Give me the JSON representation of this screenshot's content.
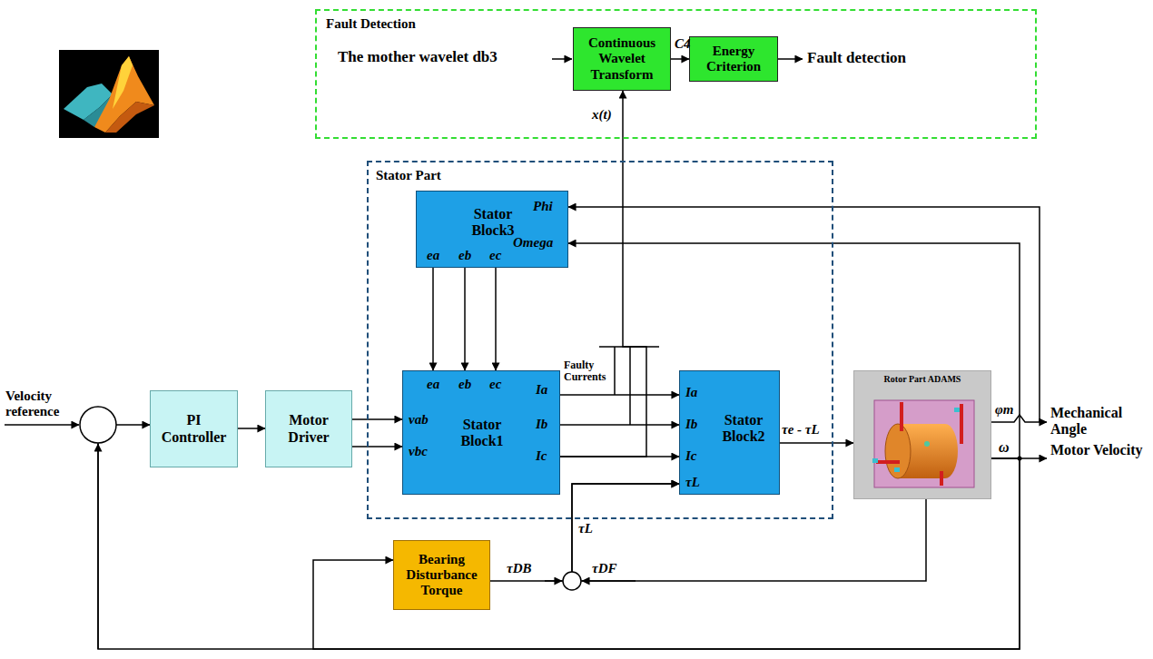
{
  "diagram": {
    "nodes": [
      {
        "text": [
          "Fault Detection"
        ]
      },
      {
        "text": [
          "Continuous Wavelet Transform"
        ],
        "in": 0
      },
      {
        "text": [
          "Energy Criterion"
        ],
        "in": 0
      },
      {
        "text": [
          "Stator Part"
        ]
      },
      {
        "text": [
          "Stator Block3",
          "Phi",
          "Omega",
          "ea",
          "eb",
          "ec"
        ],
        "in": 3
      },
      {
        "text": [
          "Stator Block1",
          "ea",
          "eb",
          "ec",
          "Ia",
          "Ib",
          "Ic",
          "vab",
          "vbc"
        ],
        "in": 3
      },
      {
        "text": [
          "Stator Block2",
          "Ia",
          "Ib",
          "Ic",
          "τL"
        ],
        "in": 3
      },
      {
        "text": [
          "Rotor Part ADAMS"
        ]
      },
      {
        "text": [
          "PI Controller"
        ]
      },
      {
        "text": [
          "Motor Driver"
        ]
      },
      {
        "text": [
          "Bearing Disturbance Torque"
        ]
      }
    ],
    "edges": [
      {
        "from": 1,
        "to": 2,
        "label": "C4",
        "arrow": "to"
      },
      {
        "from": 8,
        "to": 9,
        "arrow": "to"
      },
      {
        "from": 9,
        "to": 5,
        "arrow": "to"
      },
      {
        "from": 9,
        "to": 5,
        "arrow": "to"
      },
      {
        "from": 4,
        "to": 5,
        "arrow": "to"
      },
      {
        "from": 4,
        "to": 5,
        "arrow": "to"
      },
      {
        "from": 4,
        "to": 5,
        "arrow": "to"
      },
      {
        "from": 5,
        "to": 6,
        "label": "Faulty Currents",
        "arrow": "to"
      },
      {
        "from": 5,
        "to": 6,
        "arrow": "to"
      },
      {
        "from": 5,
        "to": 6,
        "arrow": "to"
      },
      {
        "from": 5,
        "to": 1,
        "label": "x(t)",
        "arrow": "to"
      },
      {
        "from": 6,
        "to": 7,
        "label": "τe - τL",
        "arrow": "to"
      },
      {
        "from": 7,
        "to": 4,
        "arrow": "to"
      },
      {
        "from": 7,
        "to": 4,
        "arrow": "to"
      },
      {
        "from": 7,
        "to": 10,
        "arrow": "to"
      },
      {
        "from": 7,
        "to": 8,
        "arrow": "to"
      },
      {
        "from": 7,
        "to": 6,
        "arrow": "to"
      },
      {
        "from": 10,
        "to": 6,
        "arrow": "to"
      }
    ],
    "labels": [
      "The mother wavelet db3",
      "Fault detection",
      "Velocity reference",
      "φm",
      "Mechanical Angle",
      "ω",
      "Motor Velocity",
      "τDB",
      "τL",
      "τDF"
    ]
  }
}
